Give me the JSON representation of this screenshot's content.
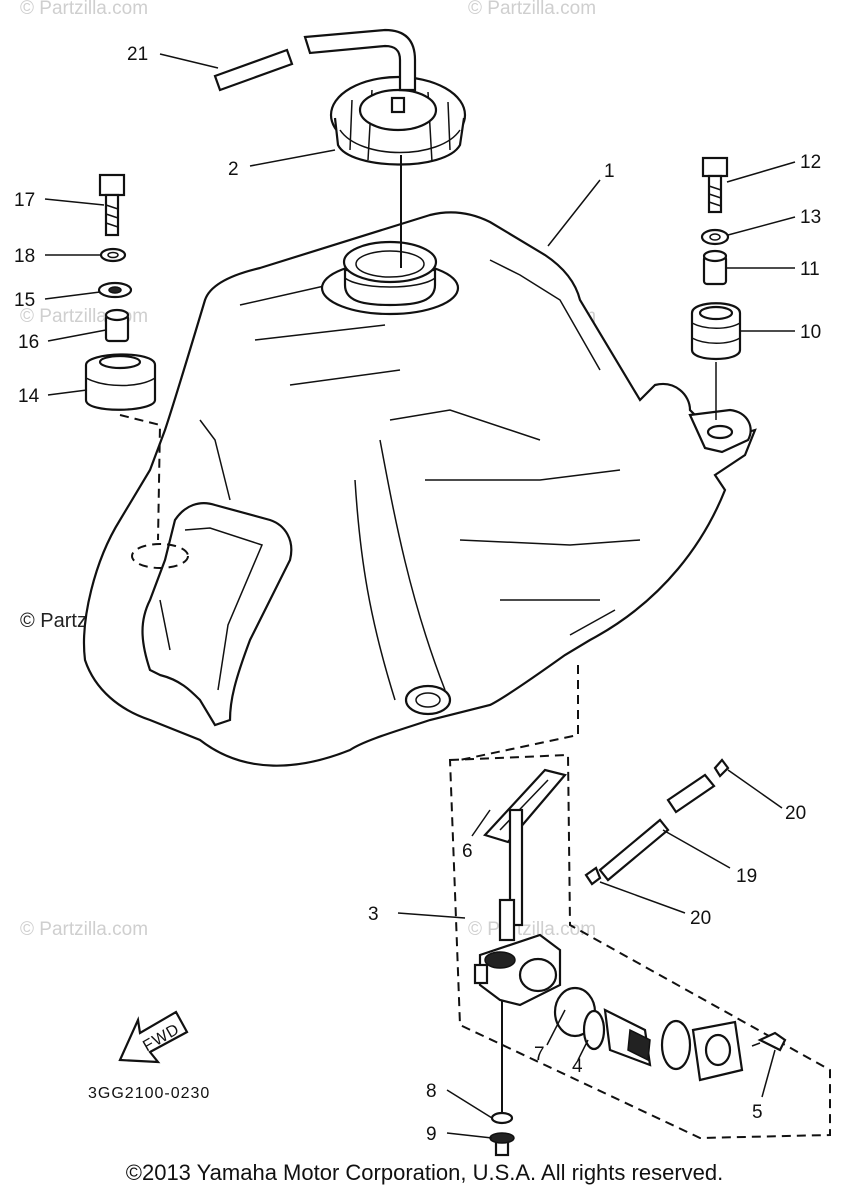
{
  "watermark": {
    "text": "© Partzilla.com",
    "strong_text": "© Partzilla.com"
  },
  "diagram_code": "3GG2100-0230",
  "fwd_label": "FWD",
  "copyright": "©2013 Yamaha Motor Corporation, U.S.A. All rights reserved.",
  "callouts": [
    {
      "id": "1",
      "label": "1"
    },
    {
      "id": "2",
      "label": "2"
    },
    {
      "id": "3",
      "label": "3"
    },
    {
      "id": "4",
      "label": "4"
    },
    {
      "id": "5",
      "label": "5"
    },
    {
      "id": "6",
      "label": "6"
    },
    {
      "id": "7",
      "label": "7"
    },
    {
      "id": "8",
      "label": "8"
    },
    {
      "id": "9",
      "label": "9"
    },
    {
      "id": "10",
      "label": "10"
    },
    {
      "id": "11",
      "label": "11"
    },
    {
      "id": "12",
      "label": "12"
    },
    {
      "id": "13",
      "label": "13"
    },
    {
      "id": "14",
      "label": "14"
    },
    {
      "id": "15",
      "label": "15"
    },
    {
      "id": "16",
      "label": "16"
    },
    {
      "id": "17",
      "label": "17"
    },
    {
      "id": "18",
      "label": "18"
    },
    {
      "id": "19",
      "label": "19"
    },
    {
      "id": "20a",
      "label": "20"
    },
    {
      "id": "20b",
      "label": "20"
    },
    {
      "id": "21",
      "label": "21"
    }
  ]
}
